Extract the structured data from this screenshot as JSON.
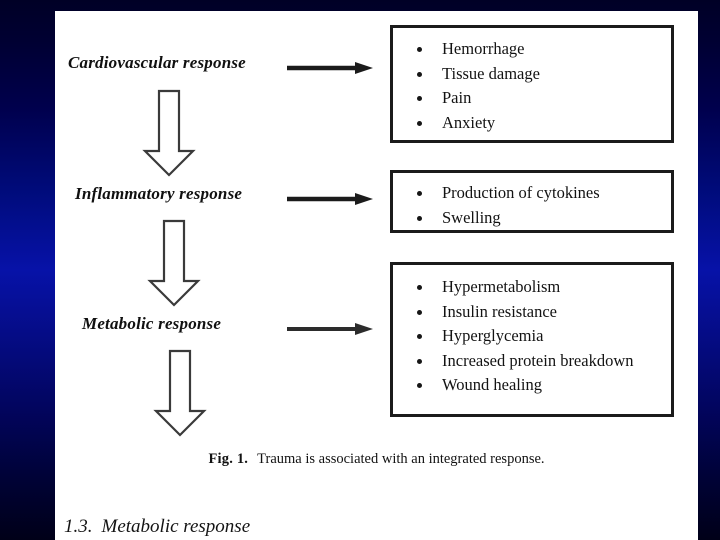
{
  "slide": {
    "background_top_color": "#000026",
    "background_mid_color": "#0712a8",
    "background_bottom_color": "#000018",
    "panel_color": "#ffffff"
  },
  "diagram": {
    "stages": [
      {
        "label": "Cardiovascular response",
        "arrow_icon": "right-arrow-icon",
        "flow_icon": "down-block-arrow-icon",
        "outcomes": [
          "Hemorrhage",
          "Tissue damage",
          "Pain",
          "Anxiety"
        ]
      },
      {
        "label": "Inflammatory response",
        "arrow_icon": "right-arrow-icon",
        "flow_icon": "down-block-arrow-icon",
        "outcomes": [
          "Production of cytokines",
          "Swelling"
        ]
      },
      {
        "label": "Metabolic response",
        "arrow_icon": "right-arrow-icon",
        "flow_icon": "down-block-arrow-icon",
        "outcomes": [
          "Hypermetabolism",
          "Insulin resistance",
          "Hyperglycemia",
          "Increased protein breakdown",
          "Wound healing"
        ]
      }
    ]
  },
  "caption": {
    "figure_number": "Fig. 1.",
    "text": "Trauma is associated with an integrated response."
  },
  "section_heading": {
    "number": "1.3.",
    "title": "Metabolic response"
  }
}
